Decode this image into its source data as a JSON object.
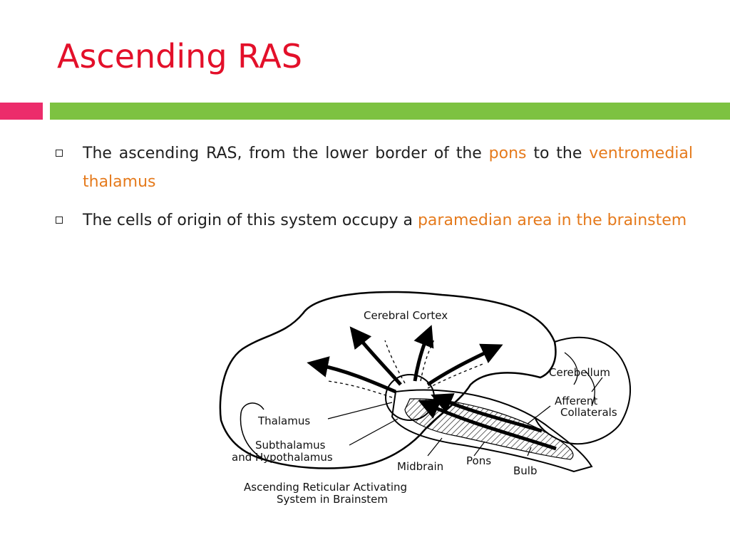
{
  "slide": {
    "title": "Ascending RAS",
    "bullets": [
      {
        "pre": "The ascending RAS, from the lower border of the ",
        "hl1": "pons",
        "mid": " to the ",
        "hl2": "ventromedial thalamus"
      },
      {
        "pre": "The cells of origin of this system occupy a ",
        "hl1": "paramedian area in the brainstem"
      }
    ]
  },
  "figure": {
    "labels": {
      "cortex": "Cerebral Cortex",
      "cerebellum": "Cerebellum",
      "afferent1": "Afferent",
      "afferent2": "Collaterals",
      "thalamus": "Thalamus",
      "subthal1": "Subthalamus",
      "subthal2": "and Hypothalamus",
      "midbrain": "Midbrain",
      "pons": "Pons",
      "bulb": "Bulb",
      "caption1": "Ascending Reticular Activating",
      "caption2": "System in Brainstem"
    }
  },
  "colors": {
    "title": "#e3102a",
    "accent_pink": "#ec2c6b",
    "accent_green": "#7dc241",
    "highlight": "#e57a1c"
  }
}
